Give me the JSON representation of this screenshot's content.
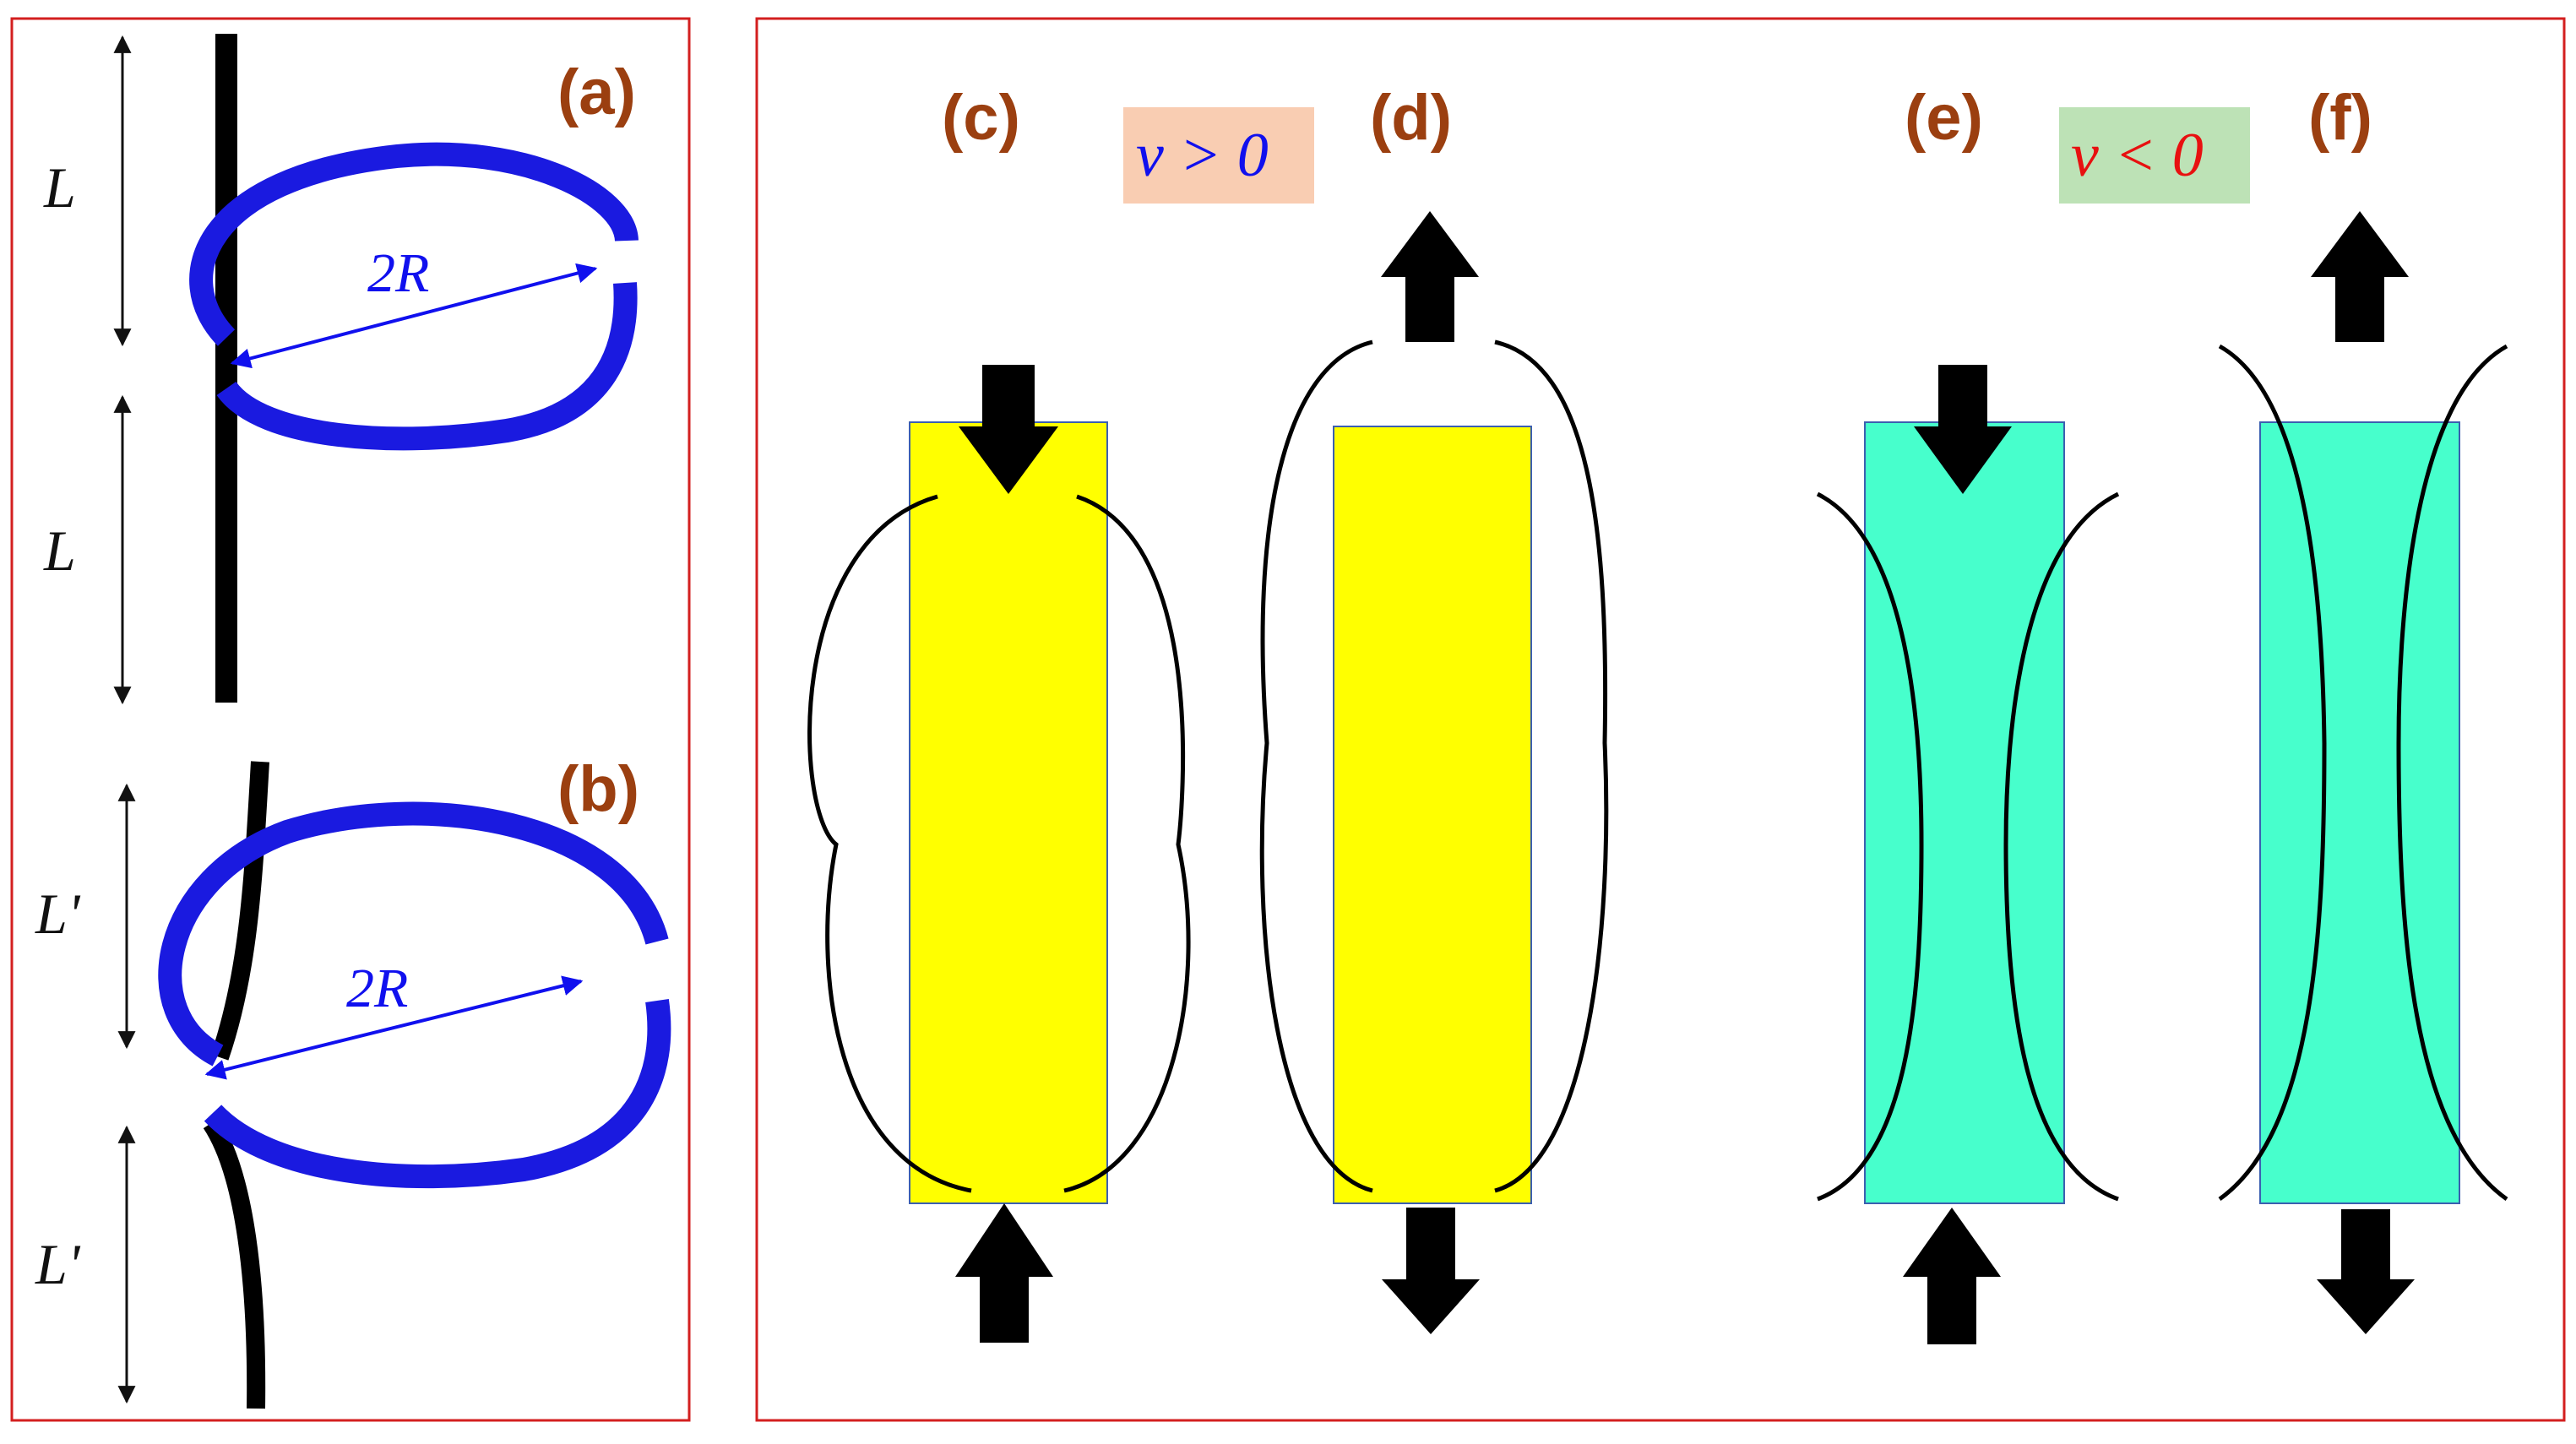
{
  "panels": {
    "a": {
      "label": "(a)",
      "dim_top": "L",
      "dim_bottom": "L",
      "radius": "2R"
    },
    "b": {
      "label": "(b)",
      "dim_top": "L'",
      "dim_bottom": "L'",
      "radius": "2R"
    },
    "c": {
      "label": "(c)"
    },
    "d": {
      "label": "(d)"
    },
    "e": {
      "label": "(e)"
    },
    "f": {
      "label": "(f)"
    }
  },
  "badges": {
    "positive": {
      "text": "ν > 0",
      "text_color": "#1010ee",
      "bg_color": "#f9cdb2"
    },
    "negative": {
      "text": "ν < 0",
      "text_color": "#e81010",
      "bg_color": "#bde2b6"
    }
  },
  "colors": {
    "frame": "#d31f1f",
    "ring": "#1a1ae0",
    "rod": "#000000",
    "positive_fill": "#ffff00",
    "negative_fill": "#47ffcc",
    "box_stroke": "#3b5fb0",
    "label": "#9b3f10"
  },
  "icons": {
    "arrow_down": "arrow-down-icon",
    "arrow_up": "arrow-up-icon"
  }
}
